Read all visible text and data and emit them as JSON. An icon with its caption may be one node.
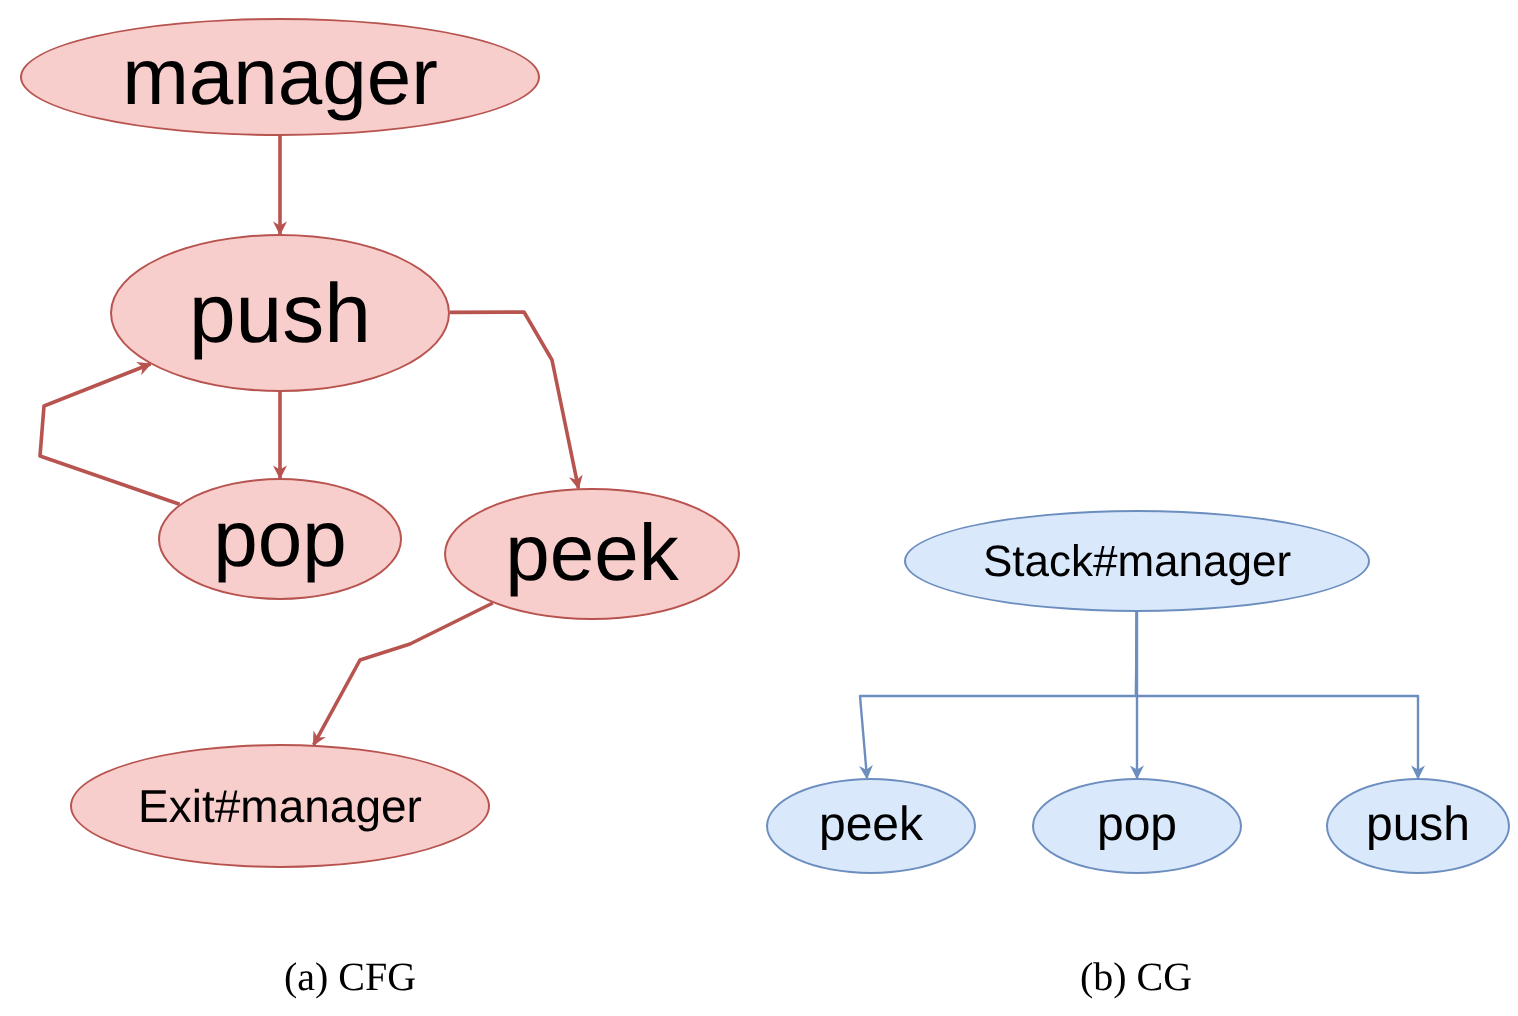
{
  "diagram": {
    "nodes": [
      {
        "text": [
          "manager"
        ]
      },
      {
        "text": [
          "push"
        ]
      },
      {
        "text": [
          "pop"
        ]
      },
      {
        "text": [
          "peek"
        ]
      },
      {
        "text": [
          "Exit#manager"
        ]
      },
      {
        "text": [
          "Stack#manager"
        ]
      },
      {
        "text": [
          "peek"
        ]
      },
      {
        "text": [
          "pop"
        ]
      },
      {
        "text": [
          "push"
        ]
      }
    ],
    "edges": [
      {
        "from": 0,
        "to": 1,
        "arrow": "to"
      },
      {
        "from": 1,
        "to": 2,
        "arrow": "to"
      },
      {
        "from": 2,
        "to": 1,
        "arrow": "to"
      },
      {
        "from": 1,
        "to": 3,
        "arrow": "to"
      },
      {
        "from": 3,
        "to": 4,
        "arrow": "to"
      },
      {
        "from": 5,
        "to": 6,
        "arrow": "to",
        "color": "#6c8ebf"
      },
      {
        "from": 5,
        "to": 7,
        "arrow": "to",
        "color": "#6c8ebf"
      },
      {
        "from": 5,
        "to": 8,
        "arrow": "to",
        "color": "#6c8ebf"
      }
    ],
    "labels": [
      "(a) CFG",
      "(b) CG"
    ]
  }
}
